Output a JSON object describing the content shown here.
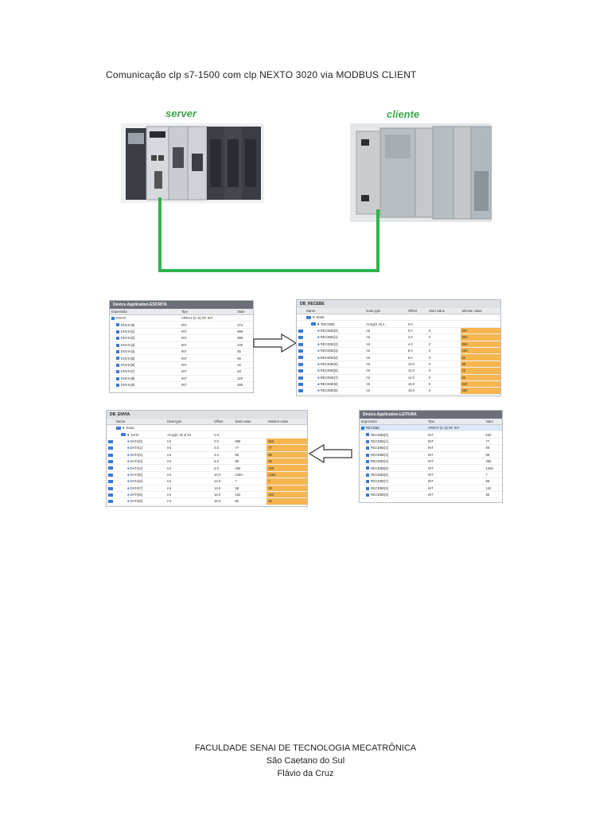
{
  "title": "Comunicação clp s7-1500 com clp NEXTO 3020 via MODBUS CLIENT",
  "labels": {
    "server": "server",
    "client": "cliente"
  },
  "colors": {
    "wire": "#2db34a",
    "monitor": "#f6b54d",
    "label": "#3aa84a"
  },
  "escrita": {
    "title": "Device.Application.ESCRITA",
    "headers": [
      "Expressão",
      "Tipo",
      "Valor"
    ],
    "root": {
      "name": "ENVIA",
      "type": "ARRAY [0..9] OF INT",
      "value": ""
    },
    "rows": [
      {
        "name": "ENVIA[0]",
        "type": "INT",
        "value": "272"
      },
      {
        "name": "ENVIA[1]",
        "type": "INT",
        "value": "888"
      },
      {
        "name": "ENVIA[2]",
        "type": "INT",
        "value": "999"
      },
      {
        "name": "ENVIA[3]",
        "type": "INT",
        "value": "100"
      },
      {
        "name": "ENVIA[4]",
        "type": "INT",
        "value": "55"
      },
      {
        "name": "ENVIA[5]",
        "type": "INT",
        "value": "99"
      },
      {
        "name": "ENVIA[6]",
        "type": "INT",
        "value": "16"
      },
      {
        "name": "ENVIA[7]",
        "type": "INT",
        "value": "63"
      },
      {
        "name": "ENVIA[8]",
        "type": "INT",
        "value": "320"
      },
      {
        "name": "ENVIA[9]",
        "type": "INT",
        "value": "255"
      }
    ]
  },
  "db_recebe": {
    "title": "DB_RECEBE",
    "headers": [
      "Name",
      "Data type",
      "Offset",
      "Start value",
      "Monitor value"
    ],
    "static": "Static",
    "root": {
      "name": "RECEBE",
      "type": "Array[0..9] o...",
      "offset": "0.0"
    },
    "rows": [
      {
        "name": "RECEBE[0]",
        "type": "Int",
        "offset": "0.0",
        "start": "0",
        "monitor": "287"
      },
      {
        "name": "RECEBE[1]",
        "type": "Int",
        "offset": "2.0",
        "start": "0",
        "monitor": "888"
      },
      {
        "name": "RECEBE[2]",
        "type": "Int",
        "offset": "4.0",
        "start": "0",
        "monitor": "999"
      },
      {
        "name": "RECEBE[3]",
        "type": "Int",
        "offset": "6.0",
        "start": "0",
        "monitor": "100"
      },
      {
        "name": "RECEBE[4]",
        "type": "Int",
        "offset": "8.0",
        "start": "0",
        "monitor": "55"
      },
      {
        "name": "RECEBE[5]",
        "type": "Int",
        "offset": "10.0",
        "start": "0",
        "monitor": "99"
      },
      {
        "name": "RECEBE[6]",
        "type": "Int",
        "offset": "12.0",
        "start": "0",
        "monitor": "16"
      },
      {
        "name": "RECEBE[7]",
        "type": "Int",
        "offset": "14.0",
        "start": "0",
        "monitor": "63"
      },
      {
        "name": "RECEBE[8]",
        "type": "Int",
        "offset": "16.0",
        "start": "0",
        "monitor": "320"
      },
      {
        "name": "RECEBE[9]",
        "type": "Int",
        "offset": "18.0",
        "start": "0",
        "monitor": "255"
      }
    ]
  },
  "db_envia": {
    "title": "DB_ENVIA",
    "headers": [
      "Name",
      "Data type",
      "Offset",
      "Start value",
      "Monitor value"
    ],
    "static": "Static",
    "root": {
      "name": "DATA",
      "type": "Array[0..9] of Int",
      "offset": "0.0"
    },
    "rows": [
      {
        "name": "DATA[0]",
        "type": "Int",
        "offset": "0.0",
        "start": "999",
        "monitor": "506"
      },
      {
        "name": "DATA[1]",
        "type": "Int",
        "offset": "2.0",
        "start": "77",
        "monitor": "77"
      },
      {
        "name": "DATA[2]",
        "type": "Int",
        "offset": "4.0",
        "start": "88",
        "monitor": "88"
      },
      {
        "name": "DATA[3]",
        "type": "Int",
        "offset": "6.0",
        "start": "99",
        "monitor": "99"
      },
      {
        "name": "DATA[4]",
        "type": "Int",
        "offset": "8.0",
        "start": "255",
        "monitor": "255"
      },
      {
        "name": "DATA[5]",
        "type": "Int",
        "offset": "10.0",
        "start": "1250",
        "monitor": "1250"
      },
      {
        "name": "DATA[6]",
        "type": "Int",
        "offset": "12.0",
        "start": "7",
        "monitor": "7"
      },
      {
        "name": "DATA[7]",
        "type": "Int",
        "offset": "14.0",
        "start": "98",
        "monitor": "98"
      },
      {
        "name": "DATA[8]",
        "type": "Int",
        "offset": "16.0",
        "start": "152",
        "monitor": "152"
      },
      {
        "name": "DATA[9]",
        "type": "Int",
        "offset": "18.0",
        "start": "85",
        "monitor": "85"
      }
    ]
  },
  "leitura": {
    "title": "Device.Application.LEITURA",
    "headers": [
      "Expressão",
      "Tipo",
      "Valor"
    ],
    "root": {
      "name": "RECEBE",
      "type": "ARRAY [0..9] OF INT",
      "value": ""
    },
    "rows": [
      {
        "name": "RECEBE[0]",
        "type": "INT",
        "value": "540"
      },
      {
        "name": "RECEBE[1]",
        "type": "INT",
        "value": "77"
      },
      {
        "name": "RECEBE[2]",
        "type": "INT",
        "value": "88"
      },
      {
        "name": "RECEBE[3]",
        "type": "INT",
        "value": "99"
      },
      {
        "name": "RECEBE[4]",
        "type": "INT",
        "value": "255"
      },
      {
        "name": "RECEBE[5]",
        "type": "INT",
        "value": "1250"
      },
      {
        "name": "RECEBE[6]",
        "type": "INT",
        "value": "7"
      },
      {
        "name": "RECEBE[7]",
        "type": "INT",
        "value": "98"
      },
      {
        "name": "RECEBE[8]",
        "type": "INT",
        "value": "152"
      },
      {
        "name": "RECEBE[9]",
        "type": "INT",
        "value": "85"
      }
    ]
  },
  "footer": {
    "line1": "FACULDADE SENAI DE TECNOLOGIA MECATRÔNICA",
    "line2": "São Caetano do Sul",
    "line3": "Flávio da Cruz"
  }
}
